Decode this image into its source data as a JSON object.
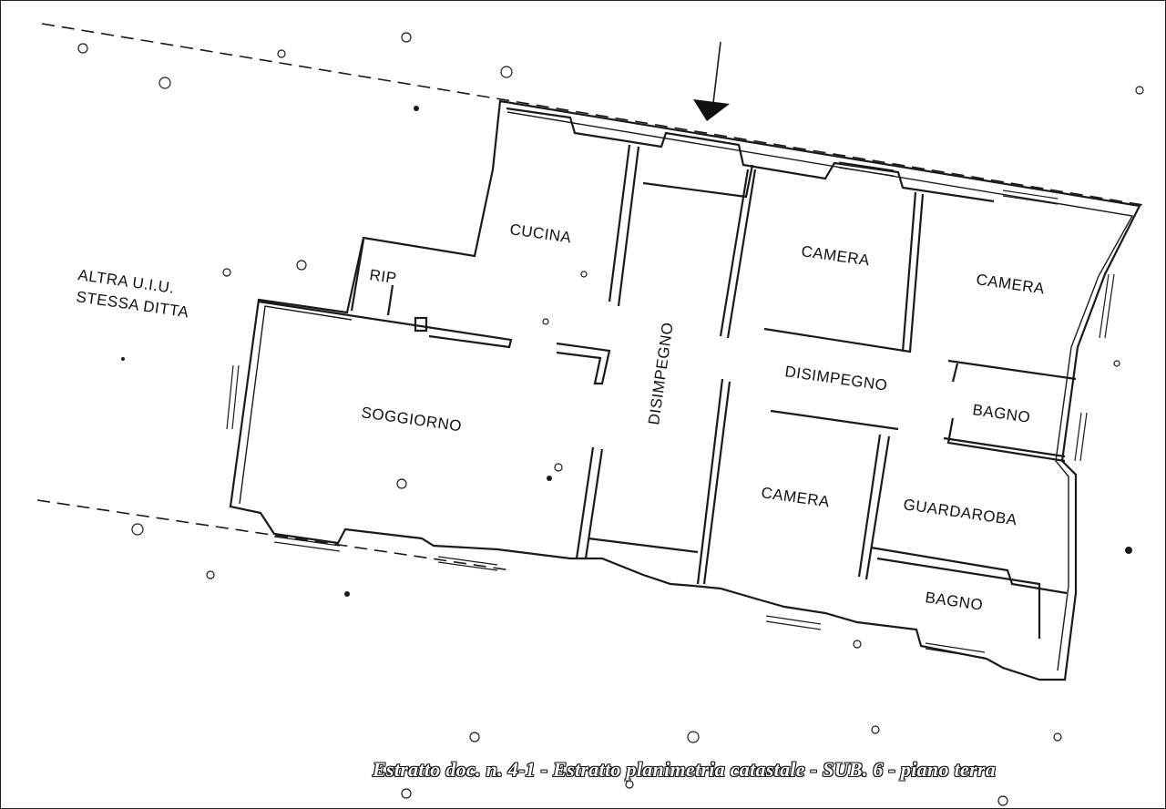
{
  "plan": {
    "rooms": {
      "cucina": "CUCINA",
      "rip": "RIP",
      "soggiorno": "SOGGIORNO",
      "disimpegno_vertical": "DISIMPEGNO",
      "disimpegno_horizontal": "DISIMPEGNO",
      "camera_top_left": "CAMERA",
      "camera_top_right": "CAMERA",
      "camera_bottom": "CAMERA",
      "bagno_right": "BAGNO",
      "bagno_bottom": "BAGNO",
      "guardaroba": "GUARDAROBA"
    },
    "neighbor": {
      "line1": "ALTRA U.I.U.",
      "line2": "STESSA DITTA"
    }
  },
  "caption": "Estratto doc. n. 4-1 - Estratto planimetria catastale - SUB. 6 - piano terra"
}
